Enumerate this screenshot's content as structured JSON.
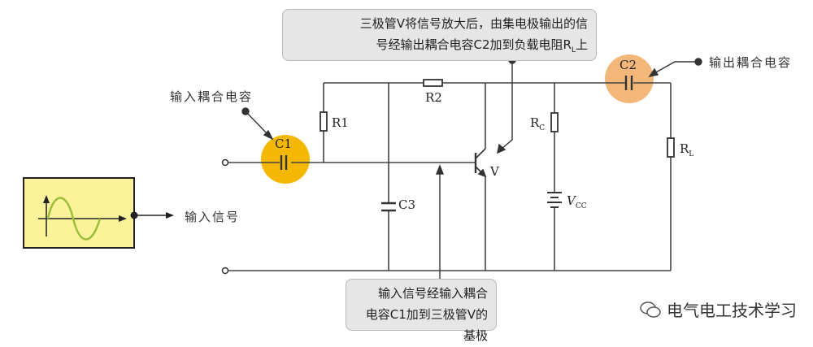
{
  "labels": {
    "input_coupling_cap": "输入耦合电容",
    "output_coupling_cap": "输出耦合电容",
    "input_signal": "输入信号",
    "c1": "C1",
    "c2": "C2",
    "c3": "C3",
    "r1": "R1",
    "r2": "R2",
    "rc_main": "R",
    "rc_sub": "C",
    "rl_main": "R",
    "rl_sub": "L",
    "vcc_main": "V",
    "vcc_sub": "CC",
    "transistor": "V"
  },
  "callouts": {
    "top_line1": "三极管V将信号放大后，由集电极输出的信",
    "top_line2a": "号经输出耦合电容C2加到负载电阻R",
    "top_line2_sub": "L",
    "top_line2b": "上",
    "bottom_line1": "输入信号经输入耦合",
    "bottom_line2": "电容C1加到三极管V的基极"
  },
  "watermark": "电气电工技术学习",
  "colors": {
    "c1_highlight": "#f5b800",
    "c2_highlight": "#f3b77a",
    "signal_box": "#fbf29a",
    "wave": "#9bbf3a"
  }
}
